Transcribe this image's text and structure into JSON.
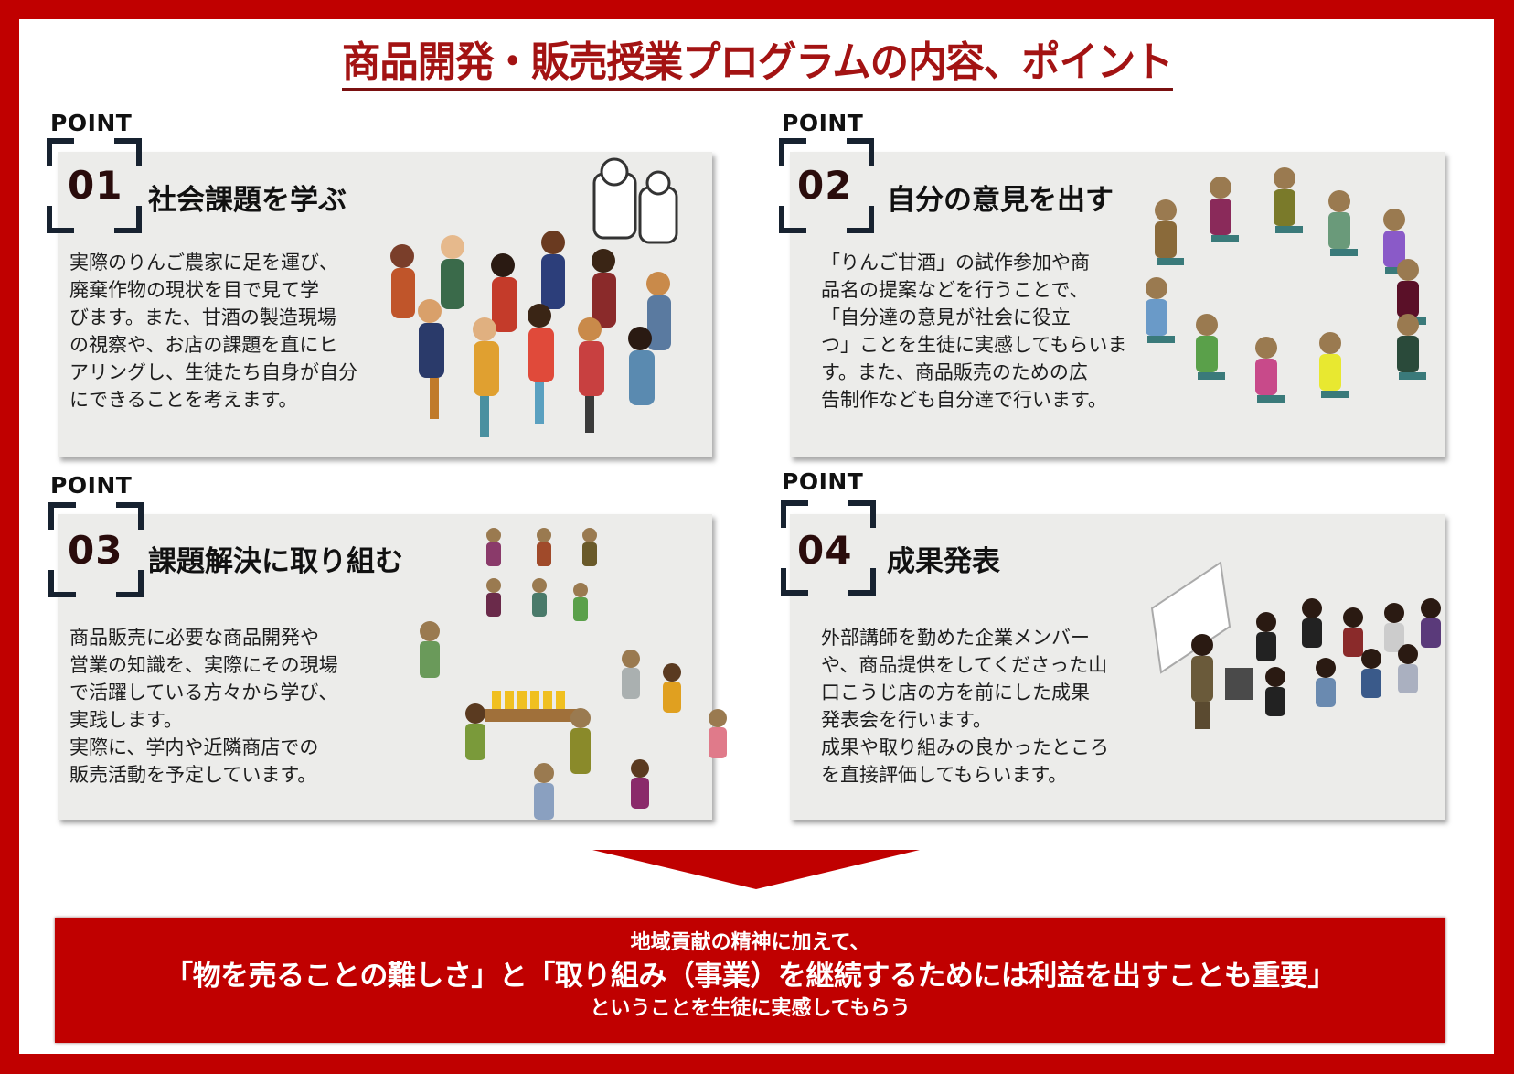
{
  "title": "商品開発・販売授業プログラムの内容、ポイント",
  "colors": {
    "frame": "#c00000",
    "title": "#a31313",
    "card_bg": "#ececea",
    "bracket": "#172230",
    "number": "#2a0c0c",
    "banner": "#c00000"
  },
  "points": [
    {
      "label": "POINT",
      "number": "01",
      "heading": "社会課題を学ぶ",
      "description": "実際のりんご農家に足を運び、\n廃棄作物の現状を目で見て学\nびます。また、甘酒の製造現場\nの視察や、お店の課題を直にヒ\nアリングし、生徒たち自身が自分\nにできることを考えます。",
      "illustration": "cheering-crowd-illustration"
    },
    {
      "label": "POINT",
      "number": "02",
      "heading": "自分の意見を出す",
      "description": "「りんご甘酒」の試作参加や商\n品名の提案などを行うことで、\n「自分達の意見が社会に役立\nつ」ことを生徒に実感してもらいま\nす。また、商品販売のための広\n告制作なども自分達で行います。",
      "illustration": "discussion-circle-illustration"
    },
    {
      "label": "POINT",
      "number": "03",
      "heading": "課題解決に取り組む",
      "description": "商品販売に必要な商品開発や\n営業の知識を、実際にその現場\nで活躍している方々から学び、\n実践します。\n実際に、学内や近隣商店での\n販売活動を予定しています。",
      "illustration": "market-stall-illustration"
    },
    {
      "label": "POINT",
      "number": "04",
      "heading": "成果発表",
      "description": "外部講師を勤めた企業メンバー\nや、商品提供をしてくださった山\n口こうじ店の方を前にした成果\n発表会を行います。\n成果や取り組みの良かったところ\nを直接評価してもらいます。",
      "illustration": "presentation-audience-illustration"
    }
  ],
  "banner": {
    "line1": "地域貢献の精神に加えて、",
    "line2": "「物を売ることの難しさ」と「取り組み（事業）を継続するためには利益を出すことも重要」",
    "line3": "ということを生徒に実感してもらう"
  }
}
